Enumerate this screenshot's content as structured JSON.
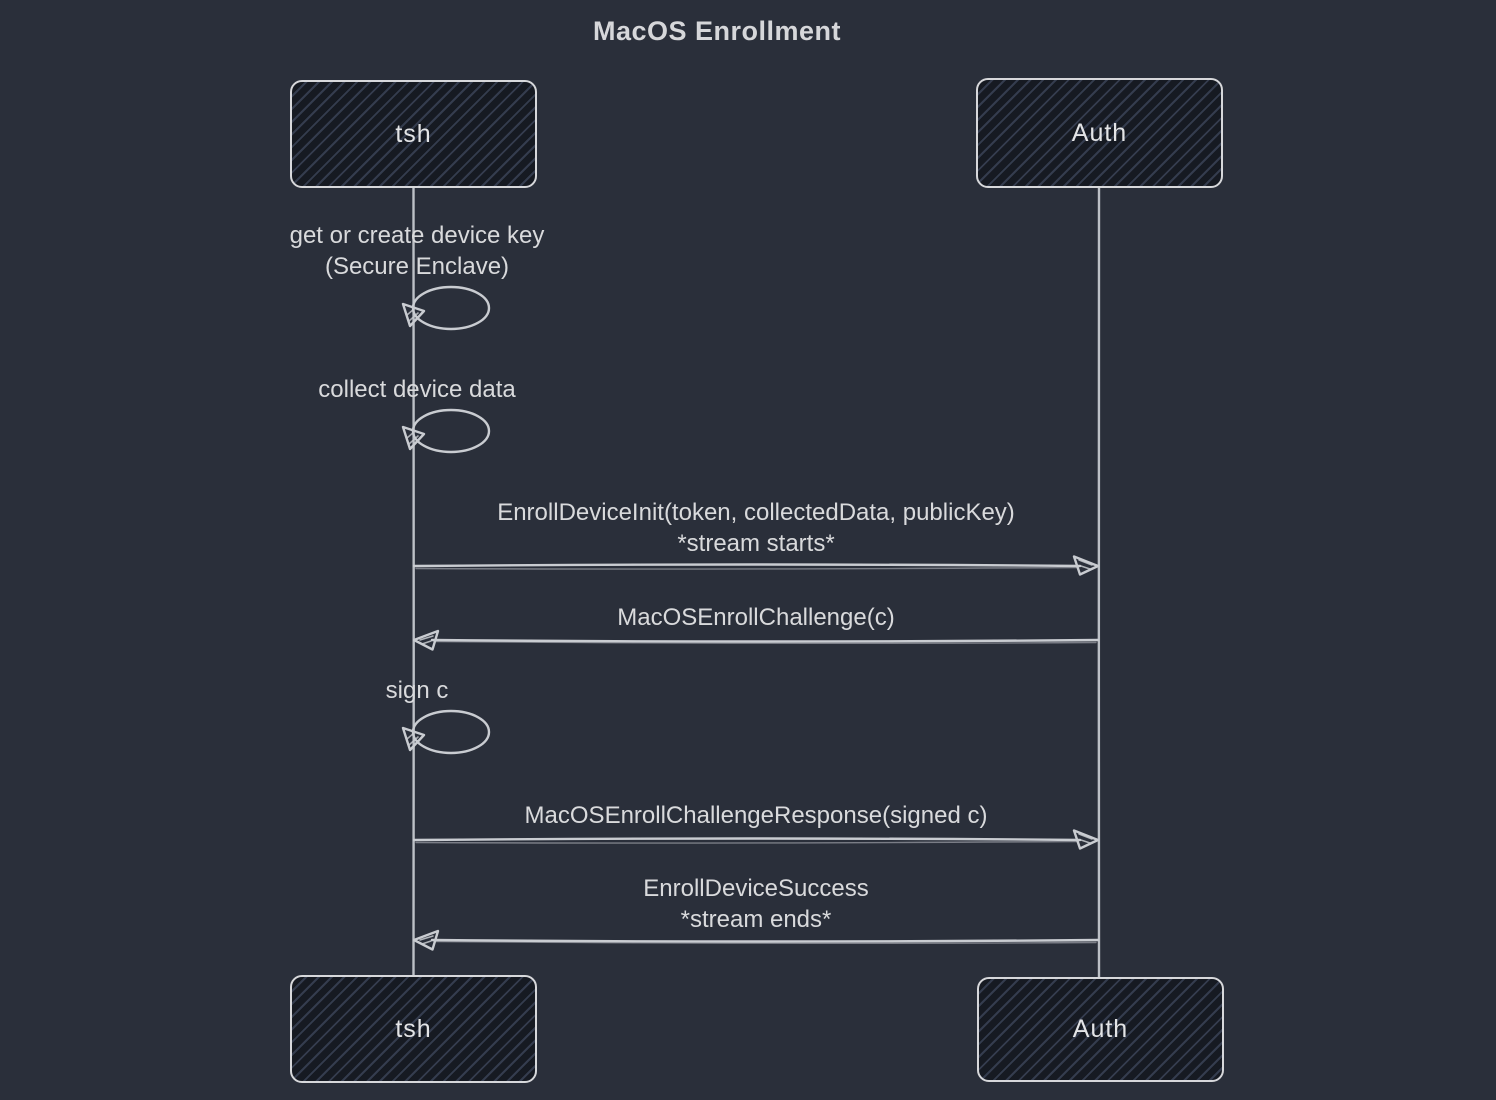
{
  "diagram": {
    "title": "MacOS Enrollment",
    "actors": [
      {
        "label": "tsh"
      },
      {
        "label": "Auth"
      }
    ],
    "self_messages": [
      {
        "actor": "tsh",
        "lines": [
          "get or create device key",
          "(Secure Enclave)"
        ]
      },
      {
        "actor": "tsh",
        "lines": [
          "collect device data"
        ]
      },
      {
        "actor": "tsh",
        "lines": [
          "sign c"
        ]
      }
    ],
    "messages": [
      {
        "from": "tsh",
        "to": "Auth",
        "lines": [
          "EnrollDeviceInit(token, collectedData, publicKey)",
          "*stream starts*"
        ]
      },
      {
        "from": "Auth",
        "to": "tsh",
        "lines": [
          "MacOSEnrollChallenge(c)"
        ]
      },
      {
        "from": "tsh",
        "to": "Auth",
        "lines": [
          "MacOSEnrollChallengeResponse(signed c)"
        ]
      },
      {
        "from": "Auth",
        "to": "tsh",
        "lines": [
          "EnrollDeviceSuccess",
          "*stream ends*"
        ]
      }
    ],
    "colors": {
      "background": "#2a2f3a",
      "stroke": "#c9ccd1",
      "text": "#d9dadc",
      "box_border": "#d7d8db",
      "box_fill": "#161a22",
      "box_hatch": "#3e4758"
    }
  }
}
